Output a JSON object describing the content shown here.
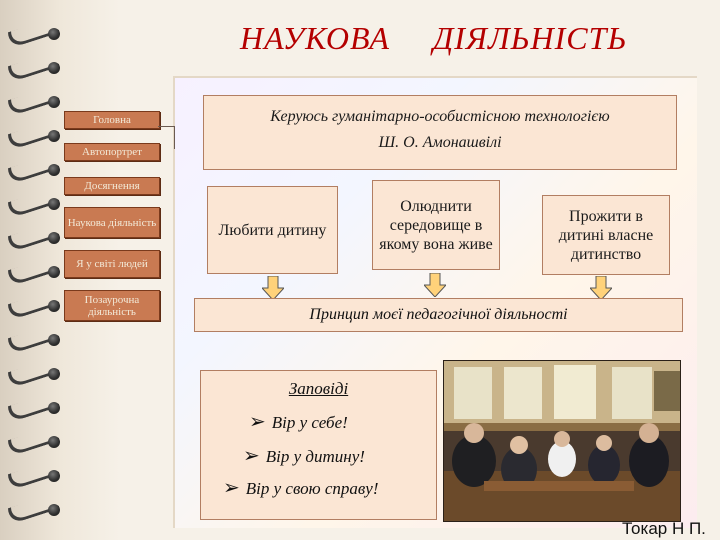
{
  "title": "НАУКОВА   ДІЯЛЬНІСТЬ",
  "nav": {
    "items": [
      {
        "label": "Головна"
      },
      {
        "label": "Автопортрет"
      },
      {
        "label": "Досягнення"
      },
      {
        "label": "Наукова діяльність"
      },
      {
        "label": "Я у світі людей"
      },
      {
        "label": "Позаурочна діяльність"
      }
    ]
  },
  "header": {
    "line1": "Керуюсь гуманітарно-особистісною технологією",
    "line2": "Ш. О. Амонашвілі"
  },
  "boxes": [
    {
      "text": "Любити дитину"
    },
    {
      "text": "Олюднити середовище в якому вона живе"
    },
    {
      "text": "Прожити в дитині власне дитинство"
    }
  ],
  "principle": "Принцип моєї педагогічної діяльності",
  "commands": {
    "heading": "Заповіді",
    "items": [
      "Вір  у себе!",
      "Вір у дитину!",
      "Вір у свою справу!"
    ]
  },
  "photo": {
    "icon": "classroom-photo"
  },
  "footer": "Токар Н П.",
  "colors": {
    "title": "#b40000",
    "nav_button": "#c97a52",
    "box_fill": "#fbe6d4",
    "arrow": "#ffd27a"
  }
}
